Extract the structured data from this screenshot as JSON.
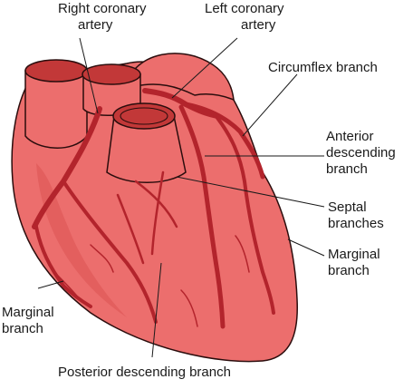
{
  "labels": {
    "right_coronary": [
      "Right coronary",
      "artery"
    ],
    "left_coronary": [
      "Left coronary",
      "artery"
    ],
    "circumflex": [
      "Circumflex branch"
    ],
    "anterior_descending": [
      "Anterior",
      "descending",
      "branch"
    ],
    "septal": [
      "Septal",
      "branches"
    ],
    "marginal_right_side": [
      "Marginal",
      "branch"
    ],
    "marginal_left_side": [
      "Marginal",
      "branch"
    ],
    "posterior_descending": [
      "Posterior descending branch"
    ]
  },
  "colors": {
    "heart_fill": "#ec6e6d",
    "heart_shadow": "#d9504f",
    "vessel_inner": "#c23838",
    "artery": "#b3242c",
    "outline": "#2b0d0d",
    "leader_line": "#1a1a1a"
  }
}
